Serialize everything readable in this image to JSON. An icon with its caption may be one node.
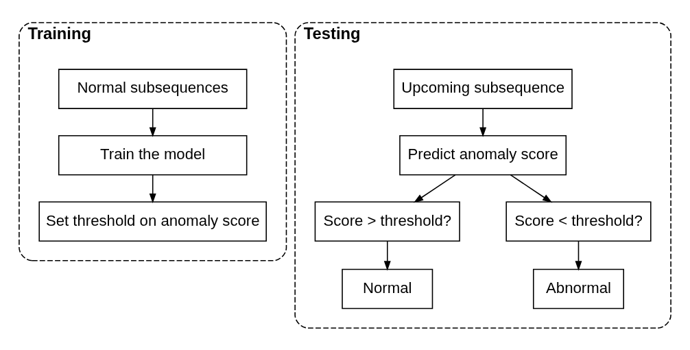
{
  "diagram": {
    "nodes": [
      {
        "text": [
          "Training"
        ]
      },
      {
        "text": [
          "Normal subsequences"
        ],
        "in": 0
      },
      {
        "text": [
          "Train the model"
        ],
        "in": 0
      },
      {
        "text": [
          "Set threshold on anomaly score"
        ],
        "in": 0
      },
      {
        "text": [
          "Testing"
        ]
      },
      {
        "text": [
          "Upcoming subsequence"
        ],
        "in": 4
      },
      {
        "text": [
          "Predict anomaly score"
        ],
        "in": 4
      },
      {
        "text": [
          "Score > threshold?"
        ],
        "in": 4
      },
      {
        "text": [
          "Score < threshold?"
        ],
        "in": 4
      },
      {
        "text": [
          "Normal"
        ],
        "in": 4
      },
      {
        "text": [
          "Abnormal"
        ],
        "in": 4
      }
    ],
    "edges": [
      {
        "from": 1,
        "to": 2,
        "arrow": "to"
      },
      {
        "from": 2,
        "to": 3,
        "arrow": "to"
      },
      {
        "from": 5,
        "to": 6,
        "arrow": "to"
      },
      {
        "from": 6,
        "to": 7,
        "arrow": "to"
      },
      {
        "from": 6,
        "to": 8,
        "arrow": "to"
      },
      {
        "from": 7,
        "to": 9,
        "arrow": "to"
      },
      {
        "from": 8,
        "to": 10,
        "arrow": "to"
      }
    ]
  }
}
